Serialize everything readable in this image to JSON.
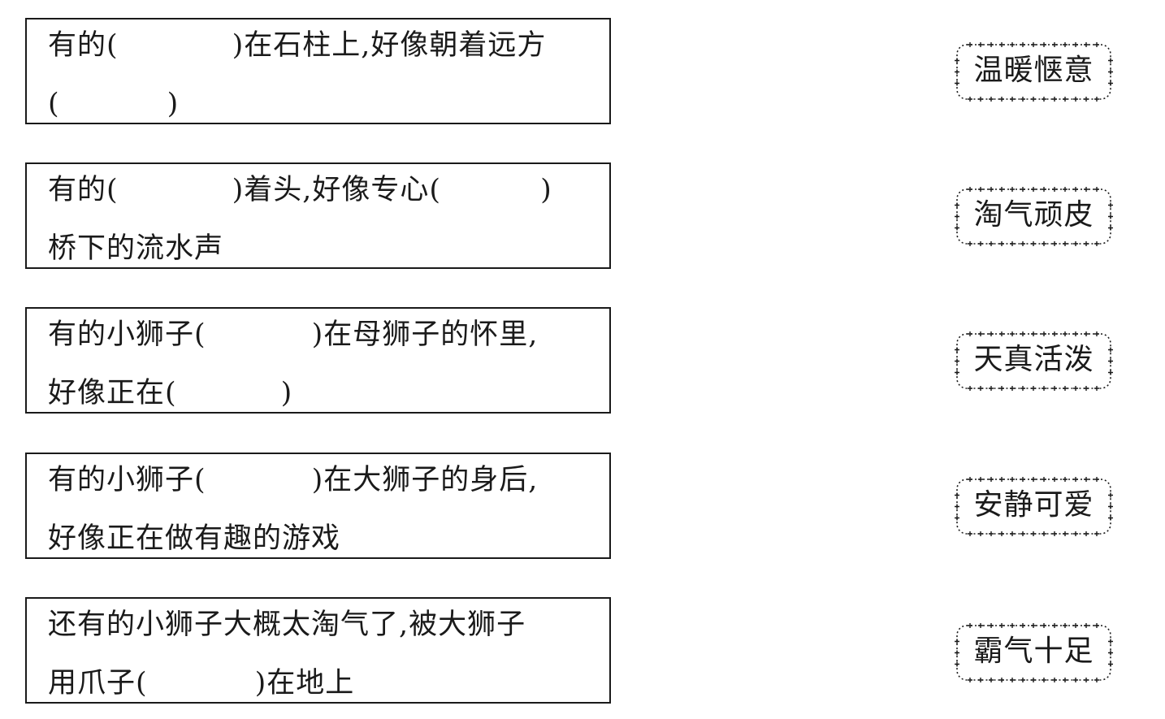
{
  "sentences": [
    {
      "line1": {
        "a": "有的(",
        "b": ")在石柱上,好像朝着远方"
      },
      "line2": {
        "a": "(",
        "b": ")"
      }
    },
    {
      "line1": {
        "a": "有的(",
        "b": ")着头,好像专心(",
        "c": ")"
      },
      "line2": {
        "a": "桥下的流水声"
      }
    },
    {
      "line1": {
        "a": "有的小狮子(",
        "b": ")在母狮子的怀里,"
      },
      "line2": {
        "a": "好像正在(",
        "b": ")"
      }
    },
    {
      "line1": {
        "a": "有的小狮子(",
        "b": ")在大狮子的身后,"
      },
      "line2": {
        "a": "好像正在做有趣的游戏"
      }
    },
    {
      "line1": {
        "a": "还有的小狮子大概太淘气了,被大狮子"
      },
      "line2": {
        "a": "用爪子(",
        "b": ")在地上"
      }
    }
  ],
  "word_cards": [
    {
      "text": "温暖惬意"
    },
    {
      "text": "淘气顽皮"
    },
    {
      "text": "天真活泼"
    },
    {
      "text": "安静可爱"
    },
    {
      "text": "霸气十足"
    }
  ],
  "colors": {
    "ink": "#1a1a1a",
    "background": "#ffffff"
  }
}
